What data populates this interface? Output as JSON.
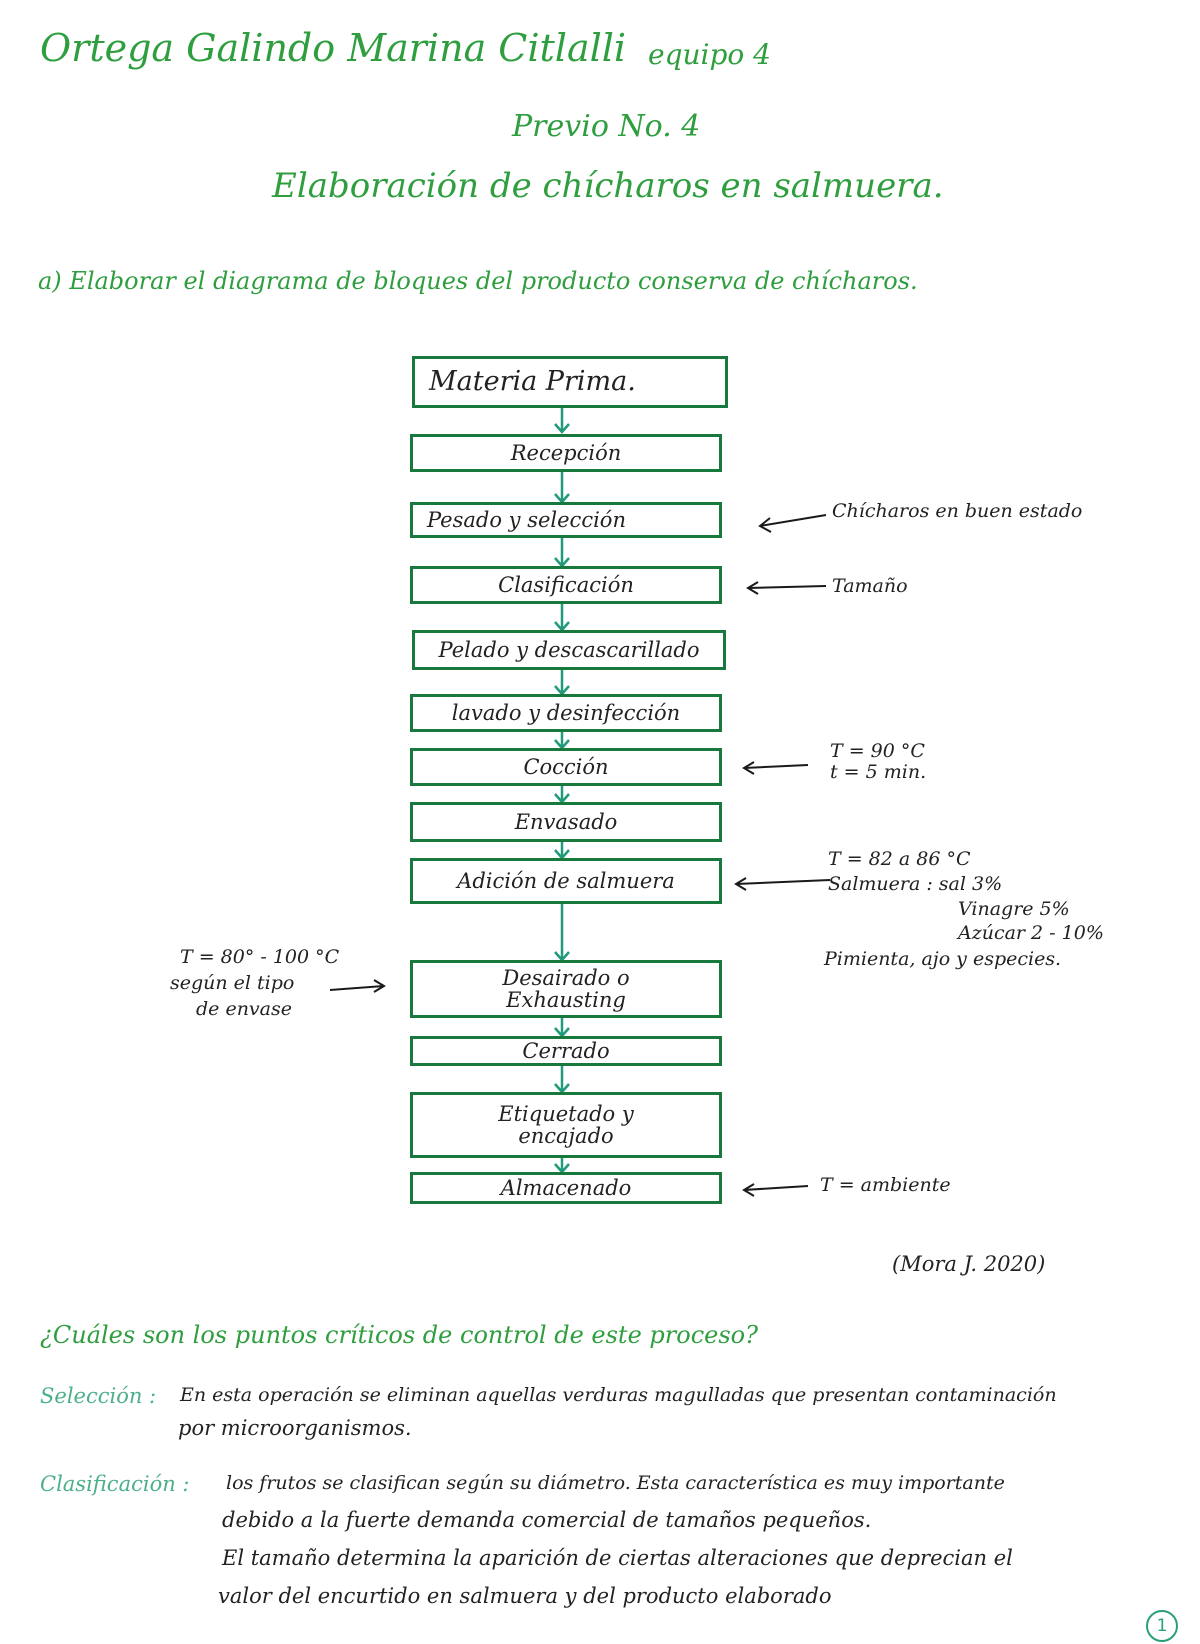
{
  "header": {
    "author": "Ortega Galindo Marina Citlalli",
    "team": "equipo 4",
    "previo": "Previo No. 4",
    "title": "Elaboración de chícharos en salmuera."
  },
  "question_a": "a) Elaborar el diagrama de bloques del producto conserva de chícharos.",
  "diagram": {
    "blocks": [
      "Materia Prima.",
      "Recepción",
      "Pesado y selección",
      "Clasificación",
      "Pelado y descascarillado",
      "lavado y desinfección",
      "Cocción",
      "Envasado",
      "Adición de salmuera",
      "Desairado o Exhausting",
      "Cerrado",
      "Etiquetado y encajado",
      "Almacenado"
    ],
    "annotations": {
      "seleccion": "Chícharos en buen estado",
      "clasificacion": "Tamaño",
      "coccion_t": "T = 90 °C",
      "coccion_time": "t = 5 min.",
      "adicion_t": "T = 82 a 86 °C",
      "salmuera_sal": "Salmuera : sal 3%",
      "vinagre": "Vinagre 5%",
      "azucar": "Azúcar 2 - 10%",
      "pimienta": "Pimienta, ajo y especies.",
      "desairado_t": "T = 80° - 100 °C",
      "desairado_tipo": "según el tipo",
      "desairado_envase": "de envase",
      "almacenado": "T = ambiente"
    },
    "reference": "(Mora J. 2020)"
  },
  "question_b": "¿Cuáles son los puntos críticos de control de este proceso?",
  "answers": {
    "seleccion_label": "Selección :",
    "seleccion_text_1": "En esta operación se eliminan aquellas verduras magulladas que presentan contaminación",
    "seleccion_text_2": "por microorganismos.",
    "clasificacion_label": "Clasificación :",
    "clasificacion_text_1": "los frutos se clasifican según su diámetro. Esta característica es muy importante",
    "clasificacion_text_2": "debido a la fuerte demanda comercial de tamaños pequeños.",
    "clasificacion_text_3": "El tamaño determina la aparición de ciertas alteraciones que deprecian el",
    "clasificacion_text_4": "valor del encurtido en salmuera y del producto elaborado"
  },
  "page_number": "1",
  "colors": {
    "ink_green": "#2e9e3e",
    "box_green": "#177a3c",
    "teal": "#2aa07a"
  }
}
